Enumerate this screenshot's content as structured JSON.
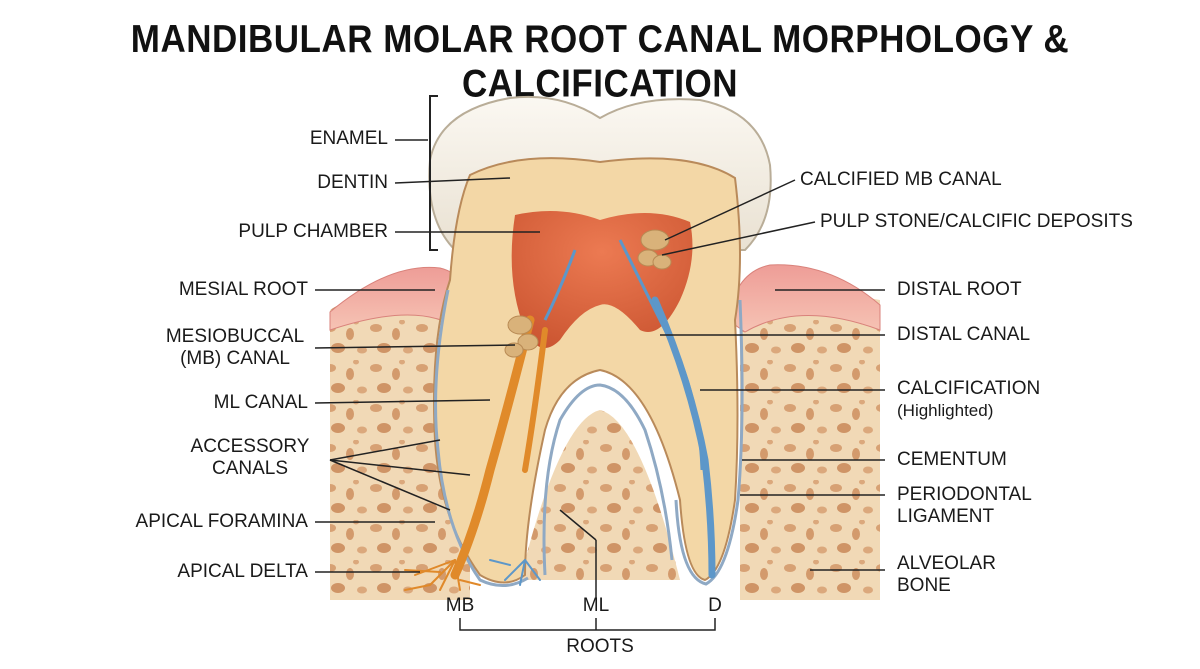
{
  "title": "MANDIBULAR MOLAR ROOT CANAL MORPHOLOGY & CALCIFICATION",
  "labels_left": {
    "enamel": "ENAMEL",
    "dentin": "DENTIN",
    "pulp_chamber": "PULP CHAMBER",
    "mesial_root": "MESIAL ROOT",
    "mb_canal_line1": "MESIOBUCCAL",
    "mb_canal_line2": "(MB) CANAL",
    "ml_canal": "ML CANAL",
    "accessory_line1": "ACCESSORY",
    "accessory_line2": "CANALS",
    "apical_foramina": "APICAL FORAMINA",
    "apical_delta": "APICAL DELTA"
  },
  "labels_right": {
    "calcified_mb": "CALCIFIED MB CANAL",
    "pulp_stone": "PULP STONE/CALCIFIC DEPOSITS",
    "distal_root": "DISTAL ROOT",
    "distal_canal": "DISTAL CANAL",
    "calcification_line1": "CALCIFICATION",
    "calcification_line2": "(Highlighted)",
    "cementum": "CEMENTUM",
    "pdl_line1": "PERIODONTAL",
    "pdl_line2": "LIGAMENT",
    "bone_line1": "ALVEOLAR",
    "bone_line2": "BONE"
  },
  "labels_bottom": {
    "mb": "MB",
    "ml": "ML",
    "d": "D",
    "roots": "ROOTS"
  },
  "colors": {
    "enamel": "#f4efe6",
    "dentin": "#f3d7a6",
    "pulp": "#d9663d",
    "mesial_canal": "#e08a2a",
    "distal_canal": "#5d97c9",
    "calcification": "#d9b27a",
    "gum": "#ec9a94",
    "bone": "#f1d9b6",
    "bone_pores": "#d7a174"
  }
}
